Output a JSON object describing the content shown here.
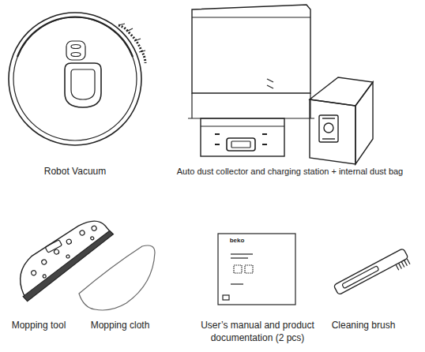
{
  "diagram": {
    "labels": [
      "Robot Vacuum",
      "Auto dust collector and charging station + internal dust bag",
      "Mopping tool",
      "Mopping cloth",
      "User’s manual and product documentation (2 pcs)",
      "Cleaning brush",
      "beko"
    ]
  }
}
